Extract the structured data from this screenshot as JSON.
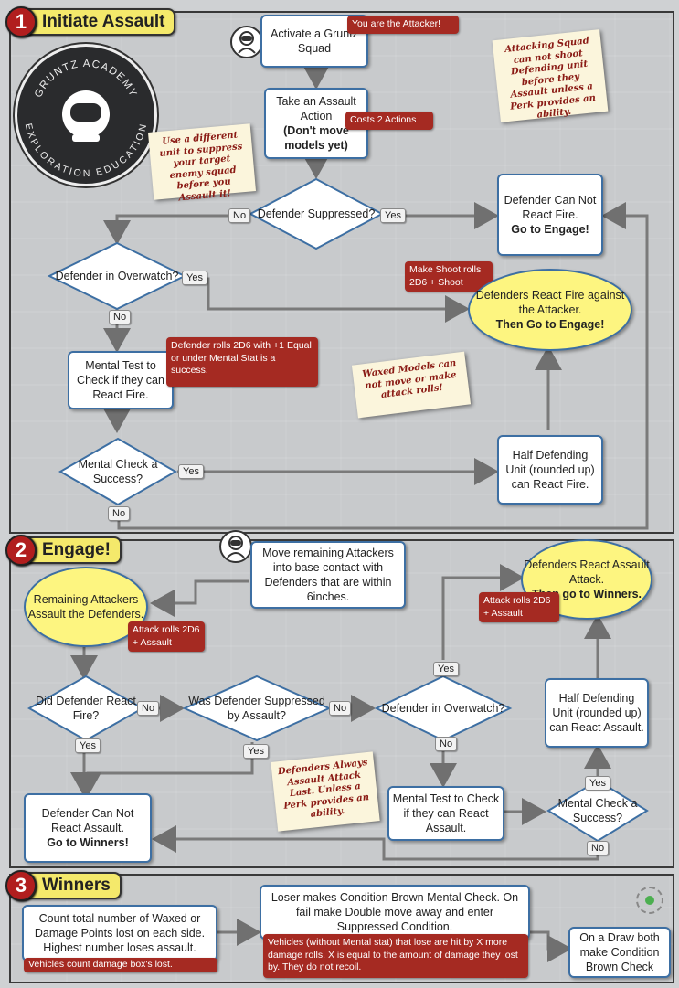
{
  "sections": [
    {
      "num": "1",
      "label": "Initiate Assault"
    },
    {
      "num": "2",
      "label": "Engage!"
    },
    {
      "num": "3",
      "label": "Winners"
    }
  ],
  "logo": {
    "top": "GRUNTZ ACADEMY",
    "bottom": "EXPLORATION EDUCATION"
  },
  "s1": {
    "activate": "Activate a Gruntz Squad",
    "attacker_tag": "You are the Attacker!",
    "assault_action": "Take an Assault Action",
    "assault_action_bold": "(Don't move models yet)",
    "costs_tag": "Costs 2 Actions",
    "suppressed_q": "Defender Suppressed?",
    "cannot_react": "Defender Can Not React Fire.",
    "cannot_react_bold": "Go to Engage!",
    "overwatch_q": "Defender in Overwatch?",
    "shoot_rolls": "Make Shoot rolls 2D6 + Shoot",
    "react_fire": "Defenders React Fire against the Attacker.",
    "react_fire_bold": "Then Go to Engage!",
    "mental_test": "Mental Test to Check if they can React Fire.",
    "mental_rule": "Defender rolls 2D6 with +1 Equal or under Mental Stat is a success.",
    "mental_q": "Mental Check a Success?",
    "half_unit": "Half Defending Unit (rounded up) can React Fire.",
    "note_attacking": "Attacking Squad can not shoot Defending unit before they Assault unless a Perk provides an ability.",
    "note_suppress": "Use a different unit to suppress your target enemy squad before you Assault it!",
    "note_waxed": "Waxed Models can not move or make attack rolls!",
    "no": "No",
    "yes": "Yes"
  },
  "s2": {
    "move_attackers": "Move remaining Attackers into base contact with Defenders that are within 6inches.",
    "remaining": "Remaining Attackers Assault the Defenders.",
    "attack_rolls1": "Attack rolls 2D6 + Assault",
    "react_assault_attack": "Defenders React Assault Attack.",
    "react_assault_attack_bold": "Then go to Winners.",
    "attack_rolls2": "Attack rolls 2D6 + Assault",
    "did_react_q": "Did Defender React Fire?",
    "was_suppressed_q": "Was Defender Suppressed by Assault?",
    "overwatch_q": "Defender in Overwatch?",
    "half_unit": "Half Defending Unit (rounded up) can React Assault.",
    "cannot_assault": "Defender Can Not React Assault.",
    "cannot_assault_bold": "Go to Winners!",
    "mental_test": "Mental Test to Check if they can React Assault.",
    "mental_q": "Mental Check a Success?",
    "note_last": "Defenders Always Assault Attack Last. Unless a Perk provides an ability.",
    "no": "No",
    "yes": "Yes"
  },
  "s3": {
    "count": "Count total number of Waxed or Damage Points lost on each side. Highest number loses assault.",
    "vehicles_count": "Vehicles count damage box's lost.",
    "loser": "Loser makes Condition Brown Mental Check. On fail make Double move away and enter Suppressed Condition.",
    "vehicles_rule": "Vehicles (without Mental stat) that lose are hit by X more damage rolls. X is equal to the amount of damage they lost by. They do not recoil.",
    "draw": "On a Draw both make Condition Brown Check"
  }
}
